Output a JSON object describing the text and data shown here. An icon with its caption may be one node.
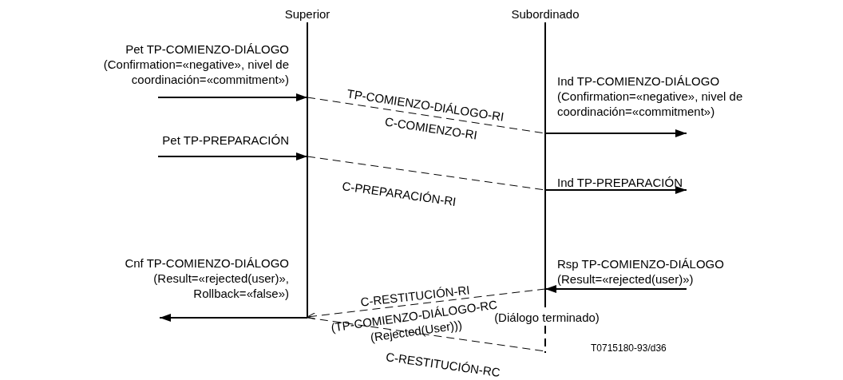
{
  "diagram": {
    "nodes": [
      {
        "text": [
          "Superior"
        ]
      },
      {
        "text": [
          "Subordinado"
        ]
      }
    ],
    "edges": [
      {
        "from": null,
        "to": 0,
        "arrow": "to",
        "label": "Pet TP-COMIENZO-DIÁLOGO (Confirmation=«negative», nivel de coordinación=«commitment»)"
      },
      {
        "from": 0,
        "to": 1,
        "arrow": "none",
        "style": "dashed",
        "label": "TP-COMIENZO-DIÁLOGO-RI"
      },
      {
        "from": 1,
        "to": null,
        "arrow": "to",
        "label": "Ind TP-COMIENZO-DIÁLOGO (Confirmation=«negative», nivel de coordinación=«commitment»)"
      },
      {
        "from": null,
        "to": 0,
        "arrow": "to",
        "label": "Pet TP-PREPARACIÓN"
      },
      {
        "from": 0,
        "to": 1,
        "arrow": "none",
        "style": "dashed",
        "label": "C-PREPARACIÓN-RI"
      },
      {
        "from": 1,
        "to": null,
        "arrow": "to",
        "label": "Ind TP-PREPARACIÓN"
      },
      {
        "from": null,
        "to": 1,
        "arrow": "to",
        "label": "Rsp TP-COMIENZO-DIÁLOGO (Result=«rejected(user)»)"
      },
      {
        "from": 1,
        "to": 0,
        "arrow": "to",
        "style": "dashed",
        "label": "C-RESTITUCIÓN-RI"
      },
      {
        "from": 0,
        "to": null,
        "arrow": "to",
        "label": "Cnf TP-COMIENZO-DIÁLOGO (Result=«rejected(user)», Rollback=«false»)"
      },
      {
        "from": 0,
        "to": 1,
        "arrow": "none",
        "style": "dashed",
        "label": "C-RESTITUCIÓN-RC"
      }
    ],
    "labels": [
      "C-COMIENZO-RI",
      "(TP-COMIENZO-DIÁLOGO-RC (Rejected(User)))",
      "(Diálogo terminado)",
      "T0715180-93/d36"
    ]
  }
}
